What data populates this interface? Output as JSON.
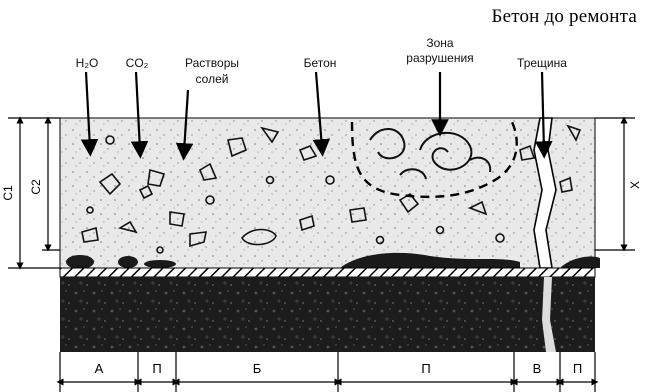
{
  "title": "Бетон до ремонта",
  "labels": {
    "h2o": "H₂O",
    "co2": "CO₂",
    "salts_line1": "Растворы",
    "salts_line2": "солей",
    "concrete": "Бетон",
    "zone_line1": "Зона",
    "zone_line2": "разрушения",
    "crack": "Трещина"
  },
  "dimensions": {
    "c1": "C1",
    "c2": "C2",
    "x": "X"
  },
  "segments": [
    "А",
    "П",
    "Б",
    "П",
    "В",
    "П"
  ],
  "colors": {
    "background": "#ffffff",
    "concrete_top": "#e6e6e6",
    "concrete_bottom": "#1a1a1a",
    "ink": "#000000"
  }
}
